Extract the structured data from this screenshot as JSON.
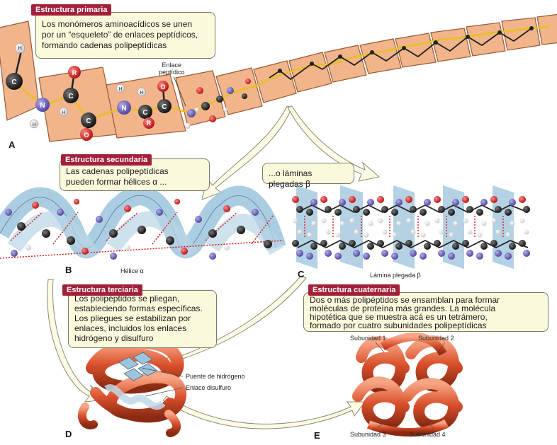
{
  "colors": {
    "tag_bg": "#a3203a",
    "callout_bg": "#fbf9dc",
    "backbone_band": "#f2b48a",
    "carbon": "#1a1a1a",
    "nitrogen": "#6a5fb6",
    "oxygen": "#d21e1e",
    "hydrogen": "#ffffff",
    "peptide_bond": "#e8c020",
    "beta_sheet": "#9cc4dc",
    "protein_tube": "#d9502c"
  },
  "panel_a": {
    "tag": "Estructura primaria",
    "callout": [
      "Los monómeros aminoacídicos se unen",
      "por un “esqueleto” de enlaces peptídicos,",
      "formando cadenas polipeptídicas"
    ],
    "bond_label": [
      "Enlace",
      "peptídico"
    ],
    "letter": "A",
    "atom_labels": {
      "carbon": "C",
      "nitrogen": "N",
      "hydrogen": "H",
      "oxygen": "O",
      "r_group": "R"
    }
  },
  "panel_b": {
    "tag": "Estructura secundaria",
    "callout": [
      "Las cadenas polipeptídicas",
      "pueden formar hélices α ..."
    ],
    "caption": "Hélice α",
    "letter": "B"
  },
  "panel_c": {
    "callout": "...o láminas plegadas β",
    "caption": "Lámina plegada β",
    "letter": "C"
  },
  "panel_d": {
    "tag": "Estructura terciaria",
    "callout": [
      "Los polipéptidos se pliegan,",
      "estableciendo formas específicas.",
      "Los pliegues se estabilizan por",
      "enlaces, incluidos los enlaces",
      "hidrógeno y disulfuro"
    ],
    "labels": [
      "Puente de hidrógeno",
      "Enlace disulfuro"
    ],
    "letter": "D"
  },
  "panel_e": {
    "tag": "Estructura cuaternaria",
    "callout": [
      "Dos o más polipéptidos se ensamblan para formar",
      "moléculas de proteína más grandes. La molécula",
      "hipotética que se muestra acá es un tetrámero,",
      "formado por cuatro subunidades polipeptídicas"
    ],
    "subunits": [
      "Subunidad 1",
      "Subunidad 2",
      "Subunidad 3",
      "Subunidad 4"
    ],
    "letter": "E"
  }
}
